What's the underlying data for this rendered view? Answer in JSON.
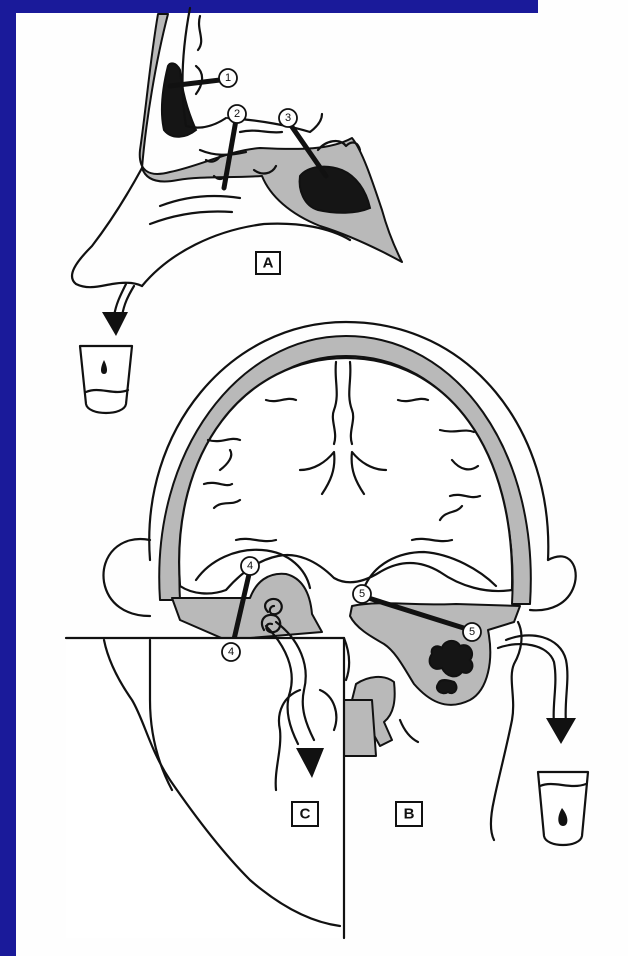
{
  "frame": {
    "accent": "#1a1a9a"
  },
  "panels": {
    "A": {
      "label": "A"
    },
    "B": {
      "label": "B"
    },
    "C": {
      "label": "C"
    }
  },
  "callouts": [
    "1",
    "2",
    "3",
    "4",
    "4",
    "5",
    "5"
  ],
  "colors": {
    "line": "#111111",
    "tissue": "#b9b9b9",
    "fluid": "#151515"
  }
}
